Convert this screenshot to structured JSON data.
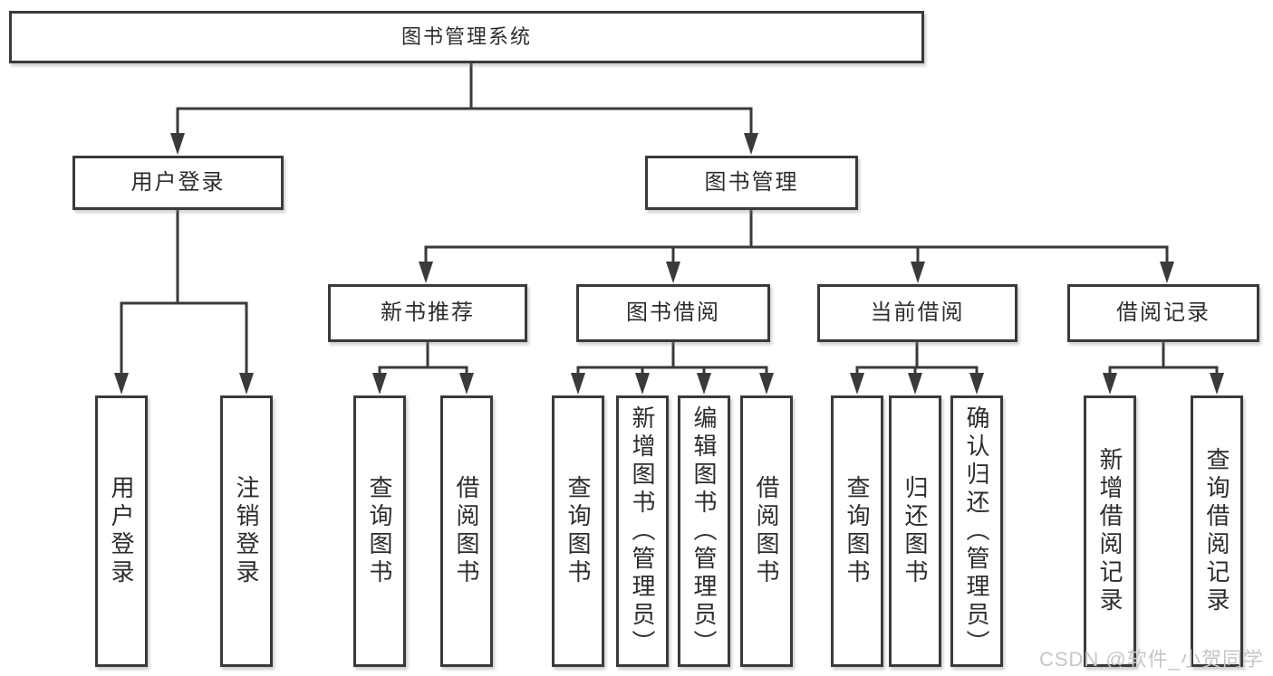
{
  "diagram": {
    "title": "图书管理系统",
    "type": "hierarchy-tree",
    "colors": {
      "line": "#3a3a3a",
      "box_border": "#3a3a3a",
      "box_fill": "#ffffff",
      "text": "#2d2d2d",
      "watermark": "#c6c6c6"
    }
  },
  "tree": {
    "root": {
      "label": "图书管理系统",
      "children": [
        {
          "label": "用户登录",
          "children": [
            {
              "label": "用户登录"
            },
            {
              "label": "注销登录"
            }
          ]
        },
        {
          "label": "图书管理",
          "children": [
            {
              "label": "新书推荐",
              "children": [
                {
                  "label": "查询图书"
                },
                {
                  "label": "借阅图书"
                }
              ]
            },
            {
              "label": "图书借阅",
              "children": [
                {
                  "label": "查询图书"
                },
                {
                  "label": "新增图书（管理员）"
                },
                {
                  "label": "编辑图书（管理员）"
                },
                {
                  "label": "借阅图书"
                }
              ]
            },
            {
              "label": "当前借阅",
              "children": [
                {
                  "label": "查询图书"
                },
                {
                  "label": "归还图书"
                },
                {
                  "label": "确认归还（管理员）"
                }
              ]
            },
            {
              "label": "借阅记录",
              "children": [
                {
                  "label": "新增借阅记录"
                },
                {
                  "label": "查询借阅记录"
                }
              ]
            }
          ]
        }
      ]
    }
  },
  "watermark": {
    "text": "CSDN @软件_小贺同学"
  }
}
